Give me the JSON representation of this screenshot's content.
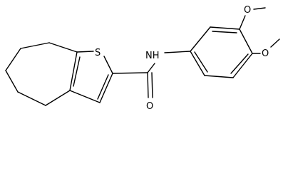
{
  "structure": {
    "atoms": {
      "sulfur": "S",
      "amide_nh": "NH",
      "carbonyl_o": "O",
      "methoxy_o_upper": "O",
      "methoxy_o_lower": "O"
    }
  }
}
